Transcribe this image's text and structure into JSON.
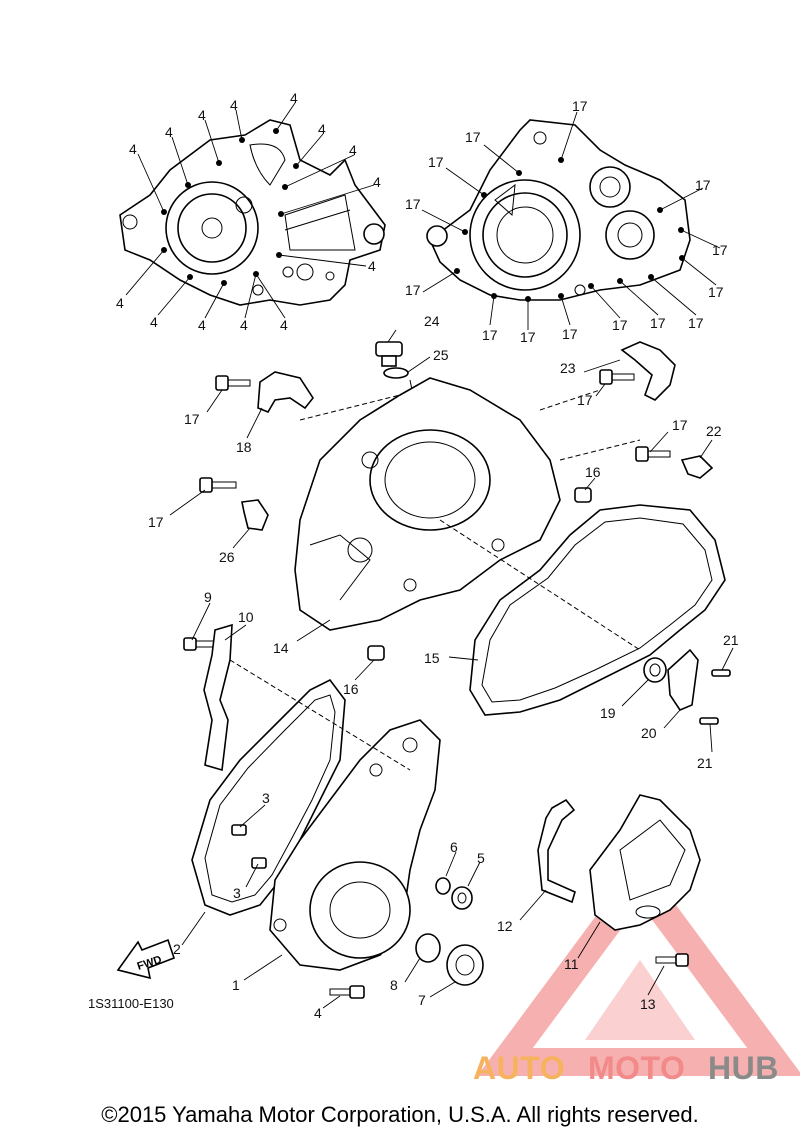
{
  "diagram_code": "1S31100-E130",
  "copyright": "©2015 Yamaha Motor Corporation, U.S.A. All rights reserved.",
  "fwd_label": "FWD",
  "watermark": {
    "part1": "AUTO",
    "part2": "MOTO",
    "part3": "HUB"
  },
  "colors": {
    "watermark_red": "#f07070",
    "watermark_orange": "#f7b25e",
    "watermark_gray": "#8a8a8a"
  },
  "callouts": {
    "c1": "1",
    "c2": "2",
    "c3a": "3",
    "c3b": "3",
    "c4_bottom": "4",
    "c5": "5",
    "c6": "6",
    "c7": "7",
    "c8": "8",
    "c9": "9",
    "c10": "10",
    "c11": "11",
    "c12": "12",
    "c13": "13",
    "c14": "14",
    "c15": "15",
    "c16a": "16",
    "c16b": "16",
    "c17_mid1": "17",
    "c17_mid2": "17",
    "c17_mid3": "17",
    "c17_mid4": "17",
    "c18": "18",
    "c19": "19",
    "c20": "20",
    "c21a": "21",
    "c21b": "21",
    "c22": "22",
    "c23": "23",
    "c24": "24",
    "c25": "25",
    "c26": "26",
    "l4_1": "4",
    "l4_2": "4",
    "l4_3": "4",
    "l4_4": "4",
    "l4_5": "4",
    "l4_6": "4",
    "l4_7": "4",
    "l4_8": "4",
    "l4_9": "4",
    "l4_10": "4",
    "l4_11": "4",
    "l4_12": "4",
    "l4_13": "4",
    "l4_14": "4",
    "r17_1": "17",
    "r17_2": "17",
    "r17_3": "17",
    "r17_4": "17",
    "r17_5": "17",
    "r17_6": "17",
    "r17_7": "17",
    "r17_8": "17",
    "r17_9": "17",
    "r17_10": "17",
    "r17_11": "17",
    "r17_12": "17",
    "r17_13": "17",
    "r17_14": "17"
  }
}
